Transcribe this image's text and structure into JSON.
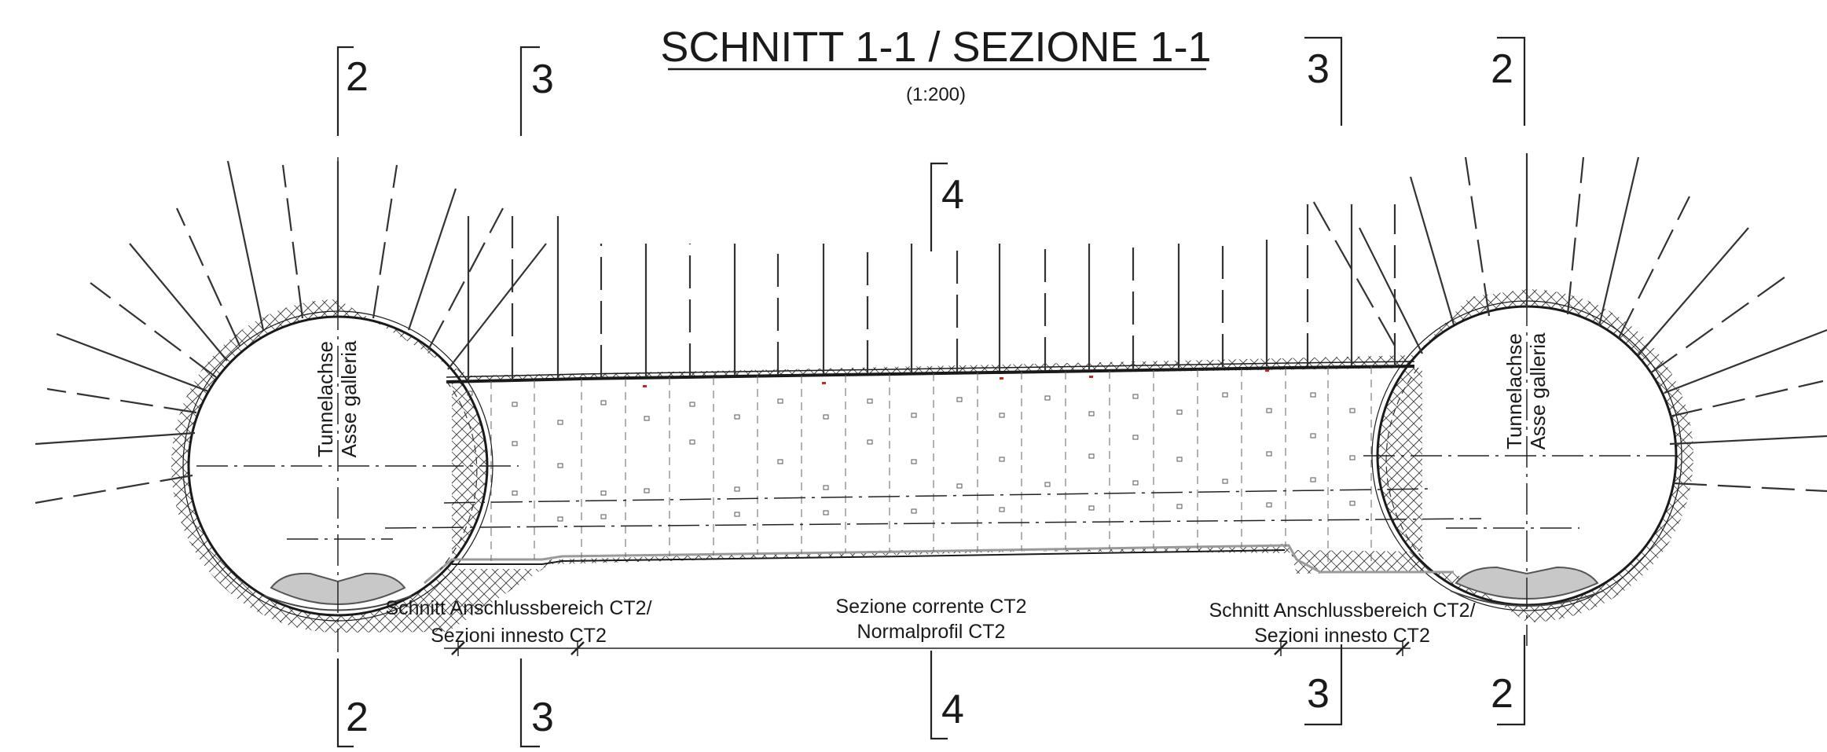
{
  "title": "SCHNITT 1-1 / SEZIONE 1-1",
  "scale": "(1:200)",
  "section_marks": {
    "left_outer": "2",
    "left_inner": "3",
    "center": "4",
    "right_inner": "3",
    "right_outer": "2"
  },
  "tunnel_axis_labels": {
    "german": "Tunnelachse",
    "italian": "Asse galleria"
  },
  "zone_labels": {
    "left_line1": "Schnitt Anschlussbereich CT2/",
    "left_line2": "Sezioni innesto CT2",
    "center_line1": "Sezione corrente CT2",
    "center_line2": "Normalprofil CT2",
    "right_line1": "Schnitt Anschlussbereich CT2/",
    "right_line2": "Sezioni innesto CT2"
  },
  "colors": {
    "line": "#1a1a1a",
    "invert_fill": "#c8c8c8",
    "invert_stroke": "#9a9a9a",
    "marker_red": "#cc2222"
  }
}
